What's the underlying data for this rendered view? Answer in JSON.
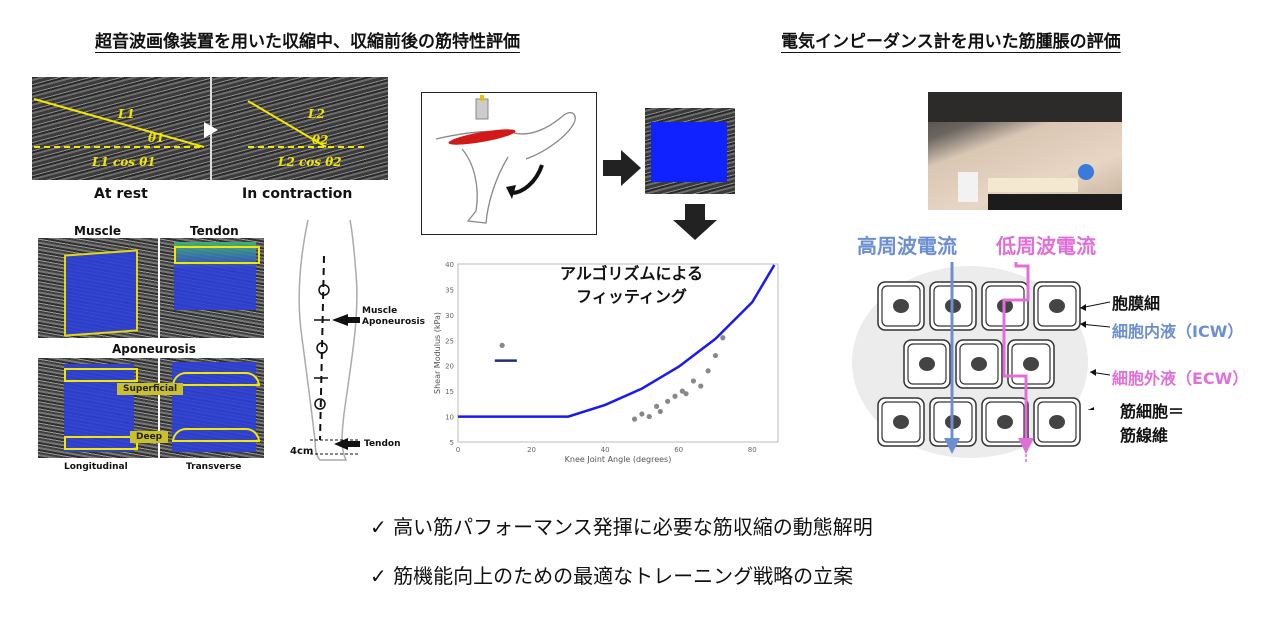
{
  "titles": {
    "left": "超音波画像装置を用いた収縮中、収縮前後の筋特性評価",
    "right": "電気インピーダンス計を用いた筋腫脹の評価"
  },
  "ultrasound_top": {
    "rest_label": "At rest",
    "contraction_label": "In contraction",
    "l1": "L1",
    "theta1": "θ1",
    "l1cos": "L1 cos θ1",
    "l2": "L2",
    "theta2": "θ2",
    "l2cos": "L2 cos θ2"
  },
  "elastography": {
    "muscle": "Muscle",
    "tendon": "Tendon",
    "aponeurosis": "Aponeurosis",
    "superficial": "Superficial",
    "deep": "Deep",
    "longitudinal": "Longitudinal",
    "transverse": "Transverse"
  },
  "leg": {
    "muscle_aponeurosis": "Muscle\nAponeurosis",
    "tendon": "Tendon",
    "four_cm": "4cm"
  },
  "fitting": {
    "algorithm_label": "アルゴリズムによる\nフィッティング"
  },
  "chart_data": {
    "type": "line",
    "xlabel": "Knee Joint Angle (degrees)",
    "ylabel": "Shear Modulus (kPa)",
    "xlim": [
      0,
      87
    ],
    "ylim": [
      5,
      40
    ],
    "xticks": [
      0,
      20,
      40,
      60,
      80
    ],
    "yticks": [
      5,
      10,
      15,
      20,
      25,
      30,
      35,
      40
    ],
    "fit_curve": {
      "x": [
        0,
        30,
        40,
        50,
        60,
        70,
        80,
        86
      ],
      "y": [
        10,
        10,
        12.3,
        15.5,
        19.8,
        25.3,
        32.5,
        39.8
      ]
    },
    "scatter": {
      "x": [
        12,
        48,
        50,
        52,
        54,
        55,
        57,
        59,
        61,
        62,
        64,
        66,
        68,
        70,
        72
      ],
      "y": [
        24,
        9.5,
        10.5,
        10,
        12,
        11,
        13,
        14,
        15,
        14.5,
        17,
        16,
        19,
        22,
        25.5
      ]
    },
    "legend_line": {
      "x": [
        10,
        16
      ],
      "y": [
        21,
        21
      ]
    }
  },
  "impedance": {
    "high_freq": "高周波電流",
    "low_freq": "低周波電流",
    "membrane": "胞膜細",
    "icw": "細胞内液（ICW）",
    "ecw": "細胞外液（ECW）",
    "muscle_cell": "筋細胞＝\n筋線維"
  },
  "colors": {
    "high_freq": "#6b8fd1",
    "low_freq": "#e070d8",
    "curve": "#1a1aee",
    "highlight_yellow": "#f3e600"
  },
  "conclusions": [
    "高い筋パフォーマンス発揮に必要な筋収縮の動態解明",
    "筋機能向上のための最適なトレーニング戦略の立案"
  ]
}
